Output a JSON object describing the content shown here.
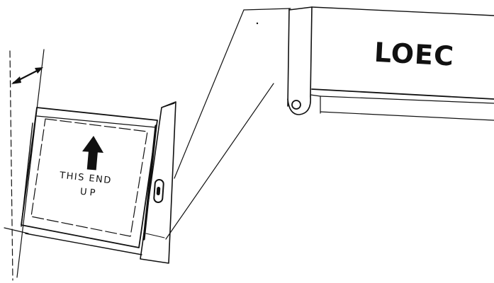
{
  "brand_label": "LOEC",
  "cassette": {
    "label_line1": "THIS END",
    "label_line2": "UP",
    "arrow_direction": "up"
  }
}
